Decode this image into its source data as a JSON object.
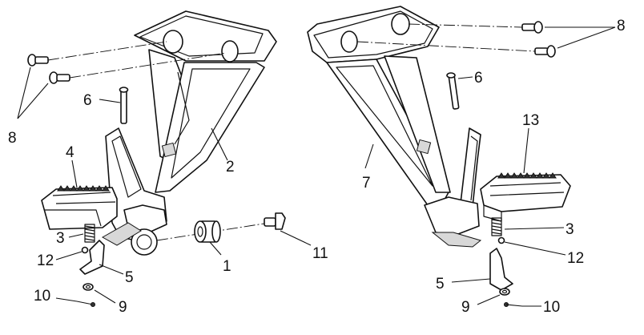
{
  "diagram": {
    "callouts": {
      "left_bolts": "8",
      "left_pin": "6",
      "left_footpeg": "4",
      "left_bracket": "2",
      "left_spring": "3",
      "left_washer_hole": "12",
      "left_plate": "5",
      "left_spacer": "1",
      "left_screw": "10",
      "left_washer": "9",
      "center_bolt": "11",
      "right_bolts": "8",
      "right_pin": "6",
      "right_footpeg": "13",
      "right_bracket": "7",
      "right_spring": "3",
      "right_washer_hole": "12",
      "right_plate": "5",
      "right_washer": "9",
      "right_screw": "10"
    }
  }
}
